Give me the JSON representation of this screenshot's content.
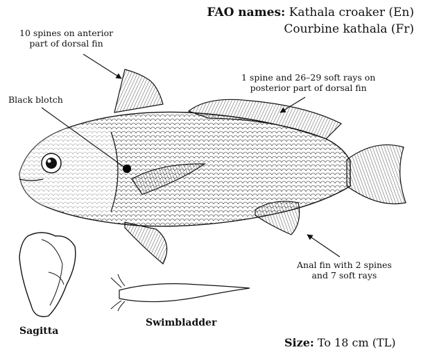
{
  "header": {
    "fao_label": "FAO names:",
    "name_en": "Kathala croaker (En)",
    "name_fr": "Courbine kathala (Fr)"
  },
  "annotations": {
    "dorsal_anterior_line1": "10 spines on anterior",
    "dorsal_anterior_line2": "part of dorsal fin",
    "black_blotch": "Black blotch",
    "dorsal_posterior_line1": "1 spine and 26–29 soft rays on",
    "dorsal_posterior_line2": "posterior part of dorsal fin",
    "anal_fin_line1": "Anal fin with 2 spines",
    "anal_fin_line2": "and 7 soft rays"
  },
  "parts": {
    "sagitta": "Sagitta",
    "swimbladder": "Swimbladder"
  },
  "size": {
    "label": "Size:",
    "value": "To 18 cm (TL)"
  },
  "colors": {
    "ink": "#111111",
    "background": "#ffffff"
  }
}
